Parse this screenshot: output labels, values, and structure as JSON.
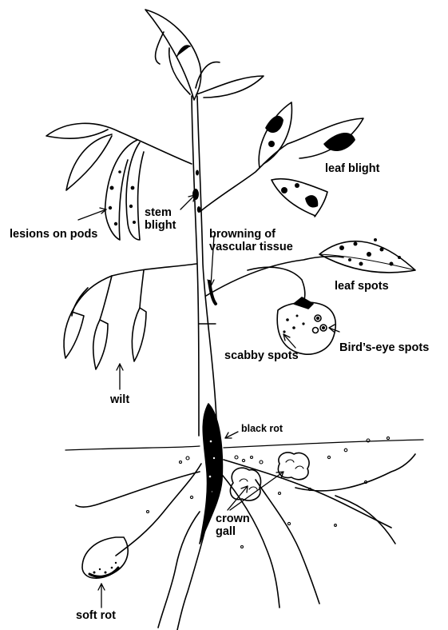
{
  "labels": {
    "leaf_blight": "leaf blight",
    "stem_blight": "stem\nblight",
    "lesions_on_pods": "lesions on pods",
    "browning_vascular": "browning of\nvascular tissue",
    "leaf_spots": "leaf spots",
    "scabby_spots": "scabby spots",
    "birds_eye_spots": "Bird’s-eye spots",
    "wilt": "wilt",
    "black_rot": "black rot",
    "crown_gall": "crown\ngall",
    "soft_rot": "soft rot"
  },
  "colors": {
    "ink": "#000000",
    "paper": "#ffffff"
  }
}
